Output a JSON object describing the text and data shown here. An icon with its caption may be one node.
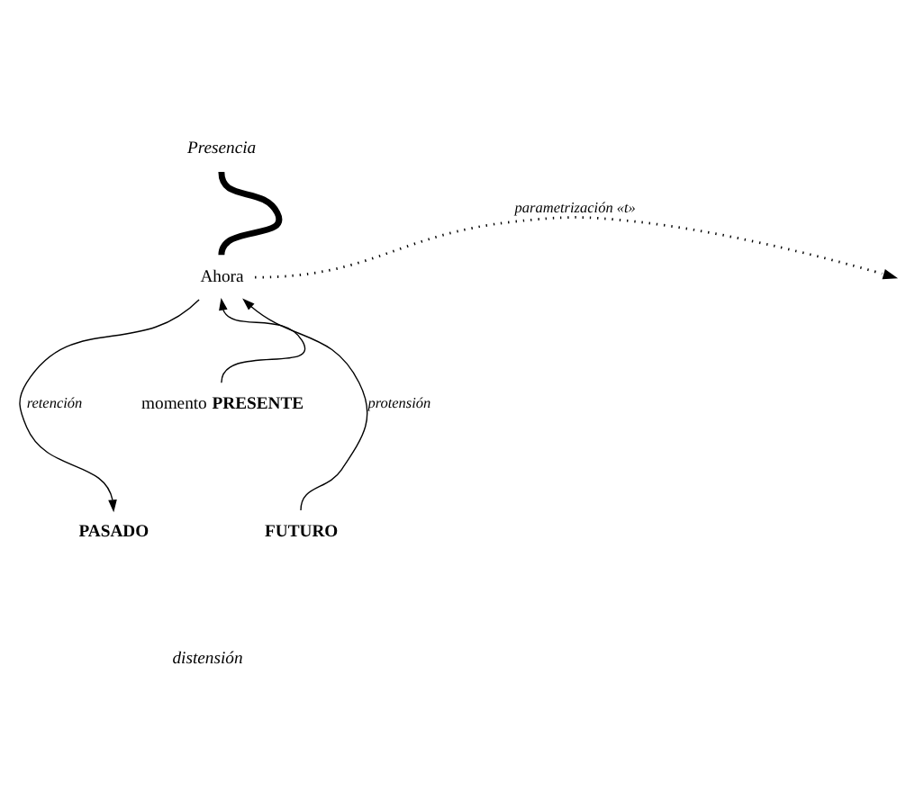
{
  "diagram": {
    "nodes": [
      {
        "text": [
          "Presencia"
        ]
      },
      {
        "text": [
          "Ahora"
        ]
      },
      {
        "text": [
          "PASADO"
        ]
      },
      {
        "text": [
          "FUTURO"
        ]
      },
      {
        "text": [
          "momento **PRESENTE**"
        ]
      }
    ],
    "edges": [
      {
        "from": 1,
        "to": 0,
        "arrow": "none",
        "style": "thick"
      },
      {
        "from": 1,
        "to": null,
        "arrow": "to",
        "style": "dashed",
        "label": "parametrización «t»"
      },
      {
        "from": 1,
        "to": 2,
        "arrow": "to",
        "label": "retención"
      },
      {
        "from": 3,
        "to": 1,
        "arrow": "to",
        "label": "protensión"
      },
      {
        "from": 4,
        "to": 1,
        "arrow": "to"
      }
    ],
    "labels": [
      "distensión"
    ]
  }
}
